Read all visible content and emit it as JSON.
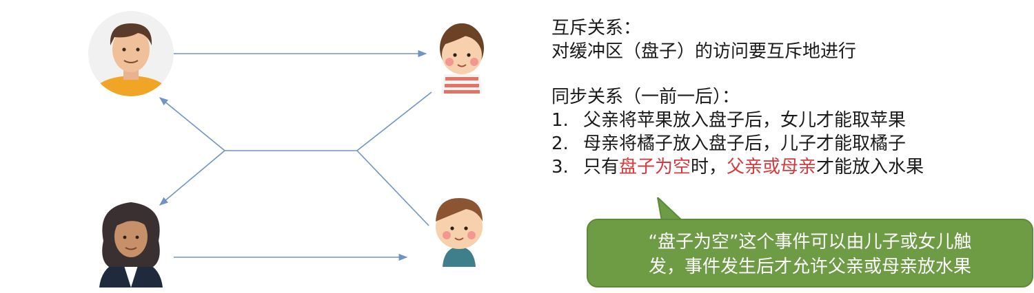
{
  "mutex": {
    "title": "互斥关系：",
    "description": "对缓冲区（盘子）的访问要互斥地进行"
  },
  "sync": {
    "title": "同步关系（一前一后）：",
    "items": [
      {
        "num": "1.",
        "text": "父亲将苹果放入盘子后，女儿才能取苹果"
      },
      {
        "num": "2.",
        "text": "母亲将橘子放入盘子后，儿子才能取橘子"
      },
      {
        "num": "3.",
        "parts": [
          "只有",
          "盘子为空",
          "时，",
          "父亲或母亲",
          "才能放入水果"
        ]
      }
    ]
  },
  "callout": {
    "line1": "“盘子为空”这个事件可以由儿子或女儿触",
    "line2": "发，事件发生后才允许父亲或母亲放水果"
  },
  "colors": {
    "arrow": "#6f93c4",
    "highlight_red": "#d8393c",
    "callout_green": "#6d9c45"
  },
  "icons": [
    "father-avatar",
    "daughter-avatar",
    "mother-avatar",
    "son-avatar"
  ]
}
